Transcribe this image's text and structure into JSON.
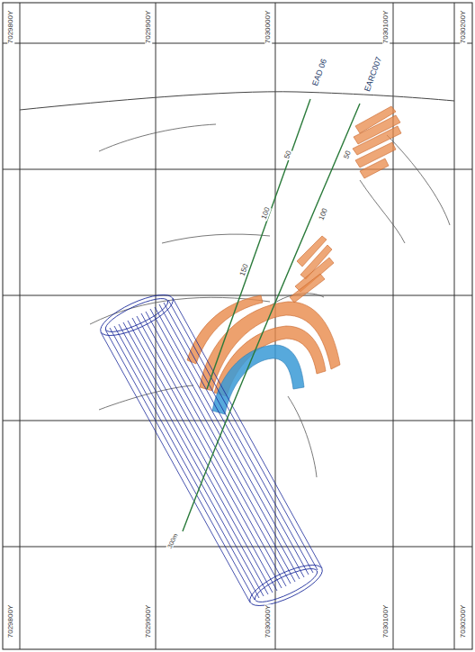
{
  "diagram": {
    "labels": [
      "7029800Y",
      "7029900Y",
      "7030000Y",
      "7030100Y",
      "7030200Y",
      "7029800Y",
      "7029900Y",
      "7030000Y",
      "7030100Y",
      "7030200Y",
      "EAD 06",
      "EARC007",
      "50",
      "100",
      "150",
      "50",
      "100",
      "300m"
    ]
  }
}
